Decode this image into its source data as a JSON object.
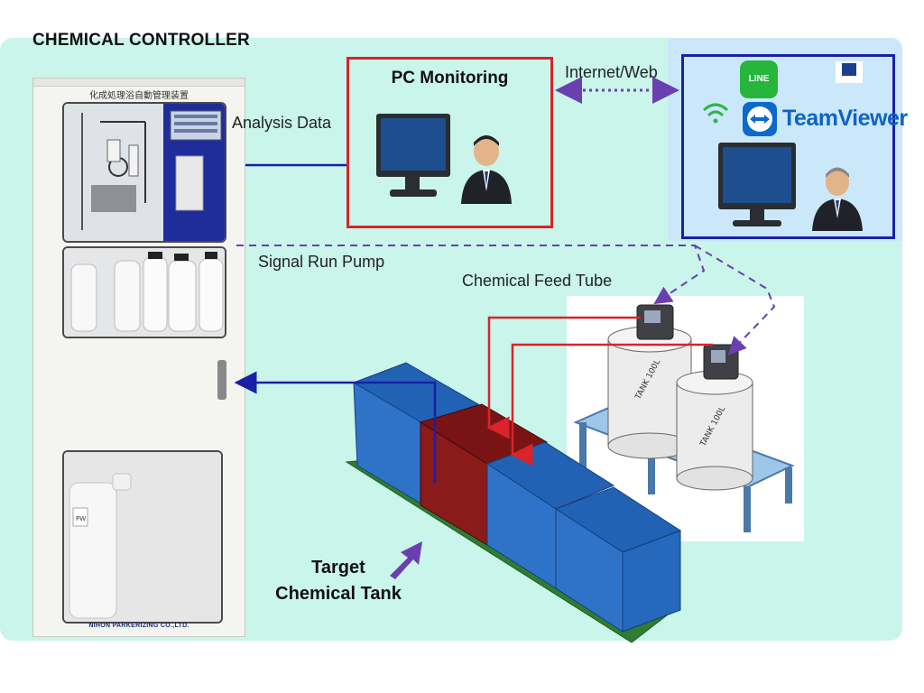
{
  "title": "CHEMICAL CONTROLLER",
  "labels": {
    "analysis_data": "Analysis Data",
    "internet_web": "Internet/Web",
    "signal_run_pump": "Signal Run Pump",
    "chemical_feed_tube": "Chemical Feed Tube",
    "target_line1": "Target",
    "target_line2": "Chemical Tank"
  },
  "pc_monitoring": {
    "title": "PC Monitoring",
    "border_color": "#d8242a"
  },
  "remote_access": {
    "apps": [
      "LINE",
      "TeamViewer"
    ],
    "icons": [
      "line-app-icon",
      "wifi-icon",
      "teamviewer-icon",
      "small-app-icon",
      "monitor-icon",
      "user-icon"
    ],
    "border_color": "#1a1fa8"
  },
  "controller_cabinet": {
    "heading": "化成処理浴自動管理装置",
    "maker": "NIHON PARKERIZING CO.,LTD.",
    "bottle_label": "PW"
  },
  "dosing_tanks": {
    "tank_label": "TANK 100L"
  },
  "colors": {
    "panel_bg": "#c9f5ea",
    "signal_line": "#6a3fb0",
    "feed_tube": "#d8242a",
    "data_line": "#1a1fa8",
    "tank_blue": "#2f73c8",
    "tank_red": "#8b1a1a",
    "base_green": "#2e7d32"
  }
}
